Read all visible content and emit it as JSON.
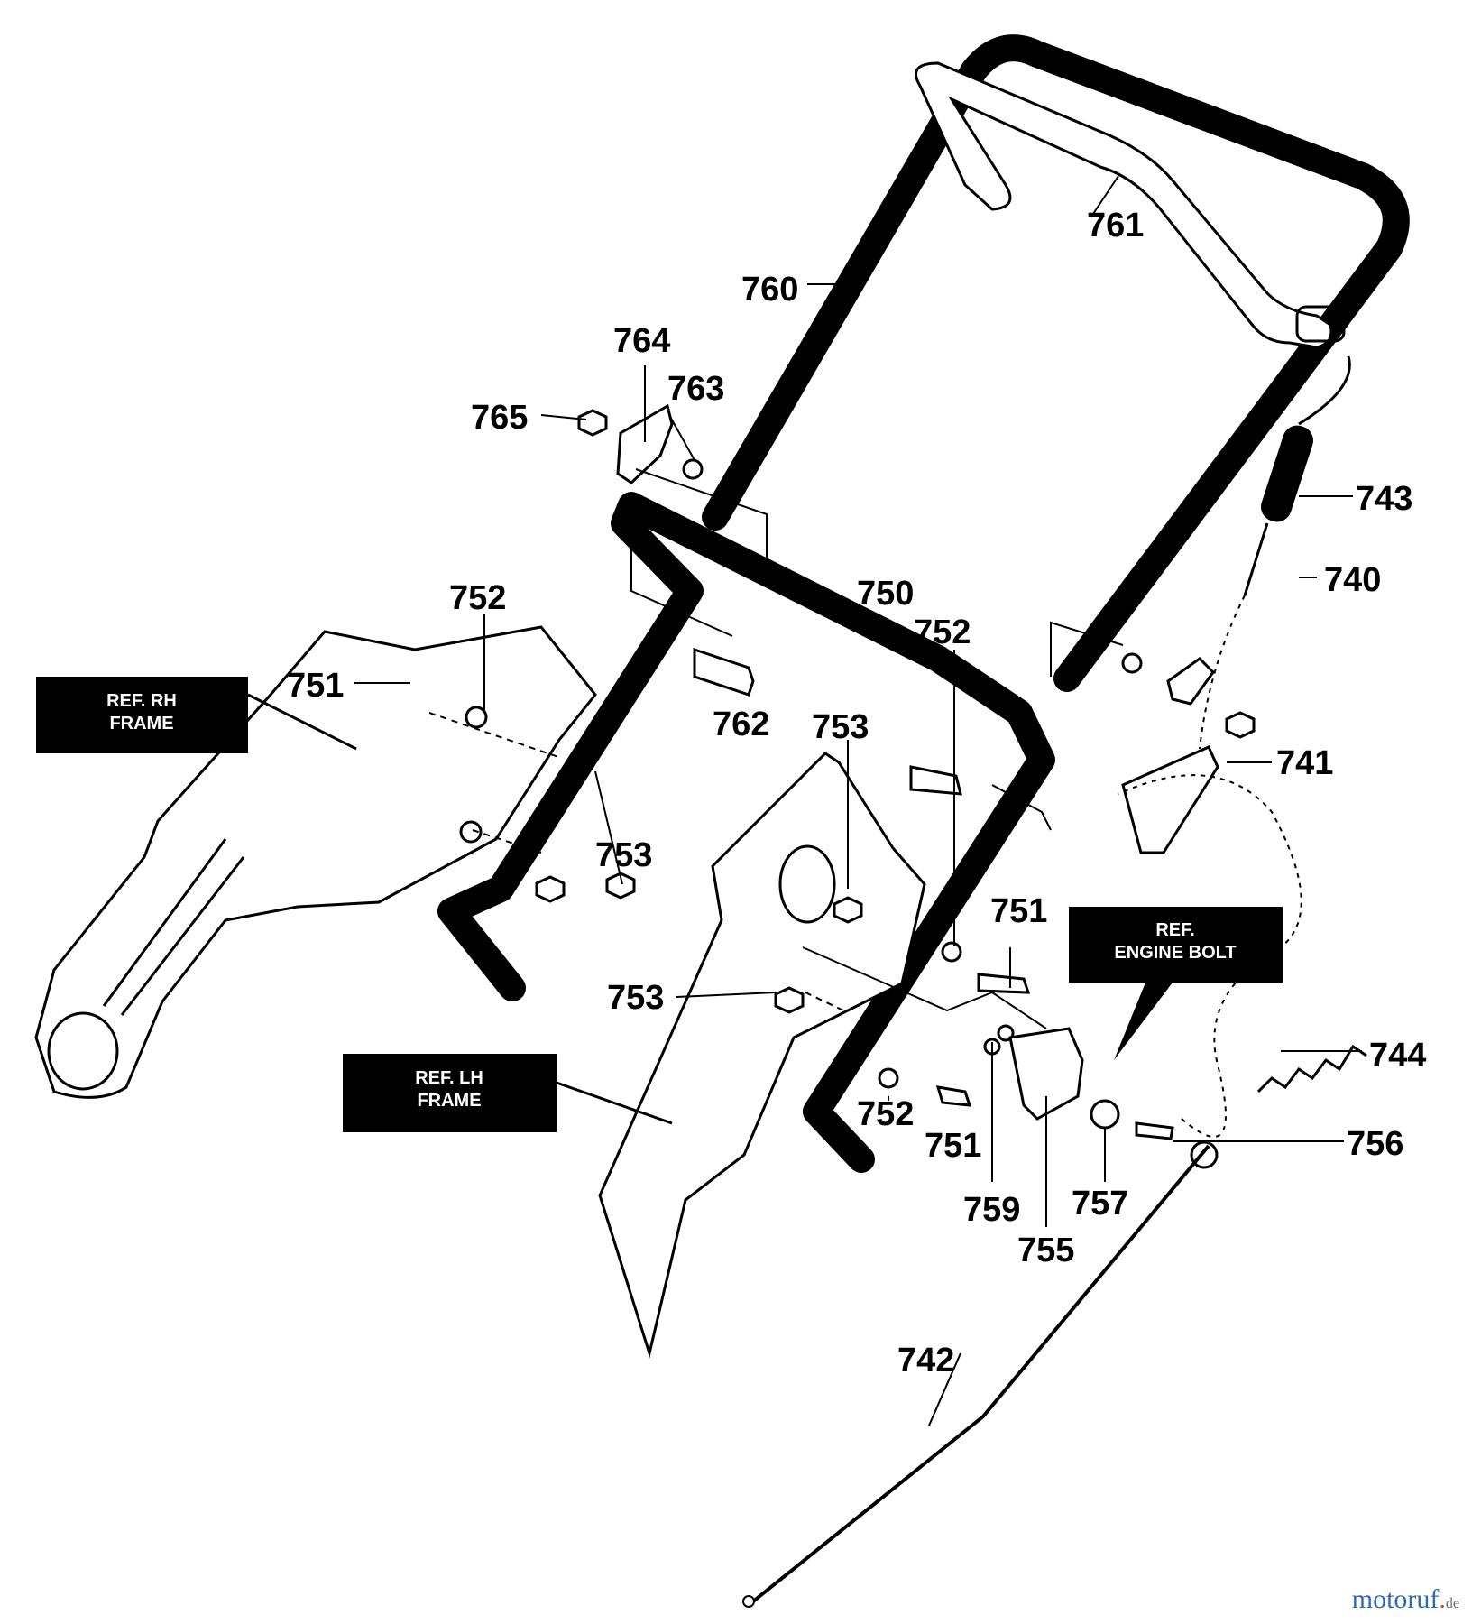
{
  "parts": {
    "p740": "740",
    "p741": "741",
    "p742": "742",
    "p743": "743",
    "p744": "744",
    "p750": "750",
    "p751a": "751",
    "p751b": "751",
    "p751c": "751",
    "p752a": "752",
    "p752b": "752",
    "p752c": "752",
    "p753a": "753",
    "p753b": "753",
    "p753c": "753",
    "p755": "755",
    "p756": "756",
    "p757": "757",
    "p759": "759",
    "p760": "760",
    "p761": "761",
    "p762": "762",
    "p763": "763",
    "p764": "764",
    "p765": "765"
  },
  "refs": {
    "rh_line1": "REF. RH",
    "rh_line2": "FRAME",
    "lh_line1": "REF. LH",
    "lh_line2": "FRAME",
    "eng_line1": "REF.",
    "eng_line2": "ENGINE BOLT"
  },
  "watermark": {
    "brand_a": "motoruf",
    "brand_b": ".",
    "suffix": "de"
  },
  "colors": {
    "ink": "#000000",
    "paper": "#ffffff"
  }
}
